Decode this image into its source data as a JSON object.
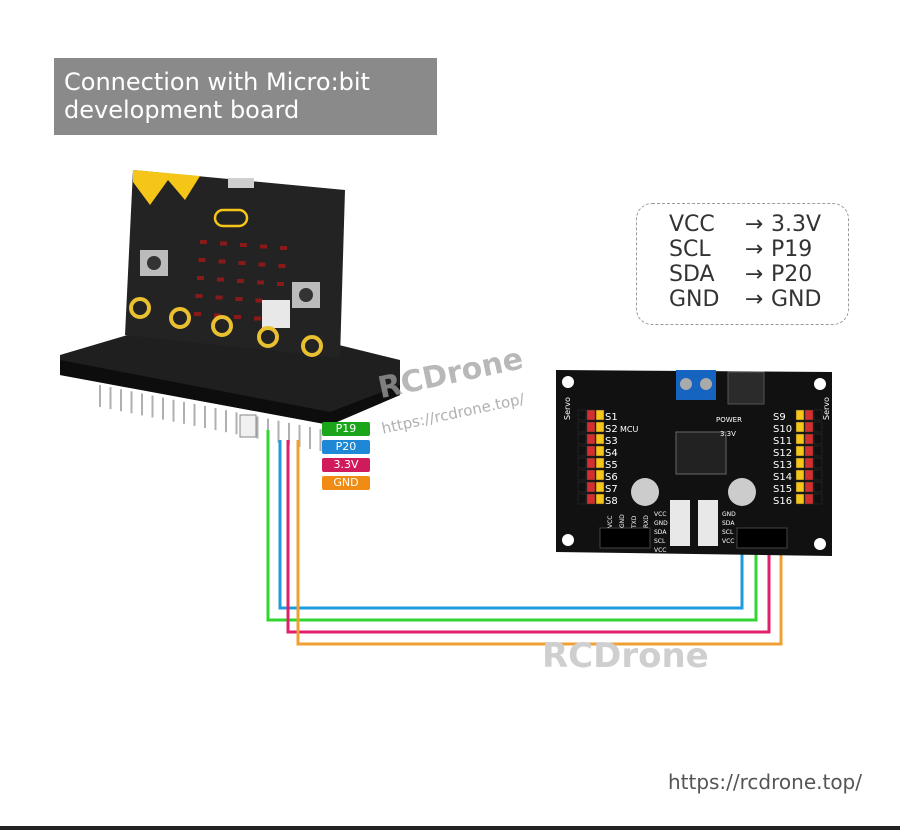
{
  "title": "Connection with Micro:bit development board",
  "mapping": [
    {
      "from": "VCC",
      "arrow": "→",
      "to": "3.3V"
    },
    {
      "from": "SCL",
      "arrow": "→",
      "to": "P19"
    },
    {
      "from": "SDA",
      "arrow": "→",
      "to": "P20"
    },
    {
      "from": "GND",
      "arrow": "→",
      "to": "GND"
    }
  ],
  "pin_labels": [
    {
      "text": "P19",
      "color": "#1aa51a"
    },
    {
      "text": "P20",
      "color": "#1e88d6"
    },
    {
      "text": "3.3V",
      "color": "#d11a5c"
    },
    {
      "text": "GND",
      "color": "#f08c14"
    }
  ],
  "wire_colors": {
    "green": "#2fd62f",
    "blue": "#1e9be0",
    "pink": "#e0206a",
    "orange": "#f0a030"
  },
  "microbit_board": {
    "color": "#2a2a2a",
    "accent": "#f5c518"
  },
  "servo_board": {
    "color": "#111111",
    "left_labels": [
      "S1",
      "S2",
      "S3",
      "S4",
      "S5",
      "S6",
      "S7",
      "S8"
    ],
    "right_labels": [
      "S9",
      "S10",
      "S11",
      "S12",
      "S13",
      "S14",
      "S15",
      "S16"
    ],
    "side_label": "Servo",
    "mcu_label": "MCU",
    "power_label": "POWER",
    "volt_label": "3.3V",
    "left_header_labels": [
      "VCC",
      "GND",
      "TXD",
      "RXD"
    ],
    "right_header_labels": [
      "VCC",
      "GND",
      "SDA",
      "SCL",
      "VCC"
    ],
    "bottom_header_labels": [
      "GND",
      "SDA",
      "SCL",
      "VCC"
    ]
  },
  "watermark": {
    "main": "RCDrone",
    "url": "https://rcdrone.top/",
    "bottom": "RCDrone"
  },
  "footer_url": "https://rcdrone.top/"
}
